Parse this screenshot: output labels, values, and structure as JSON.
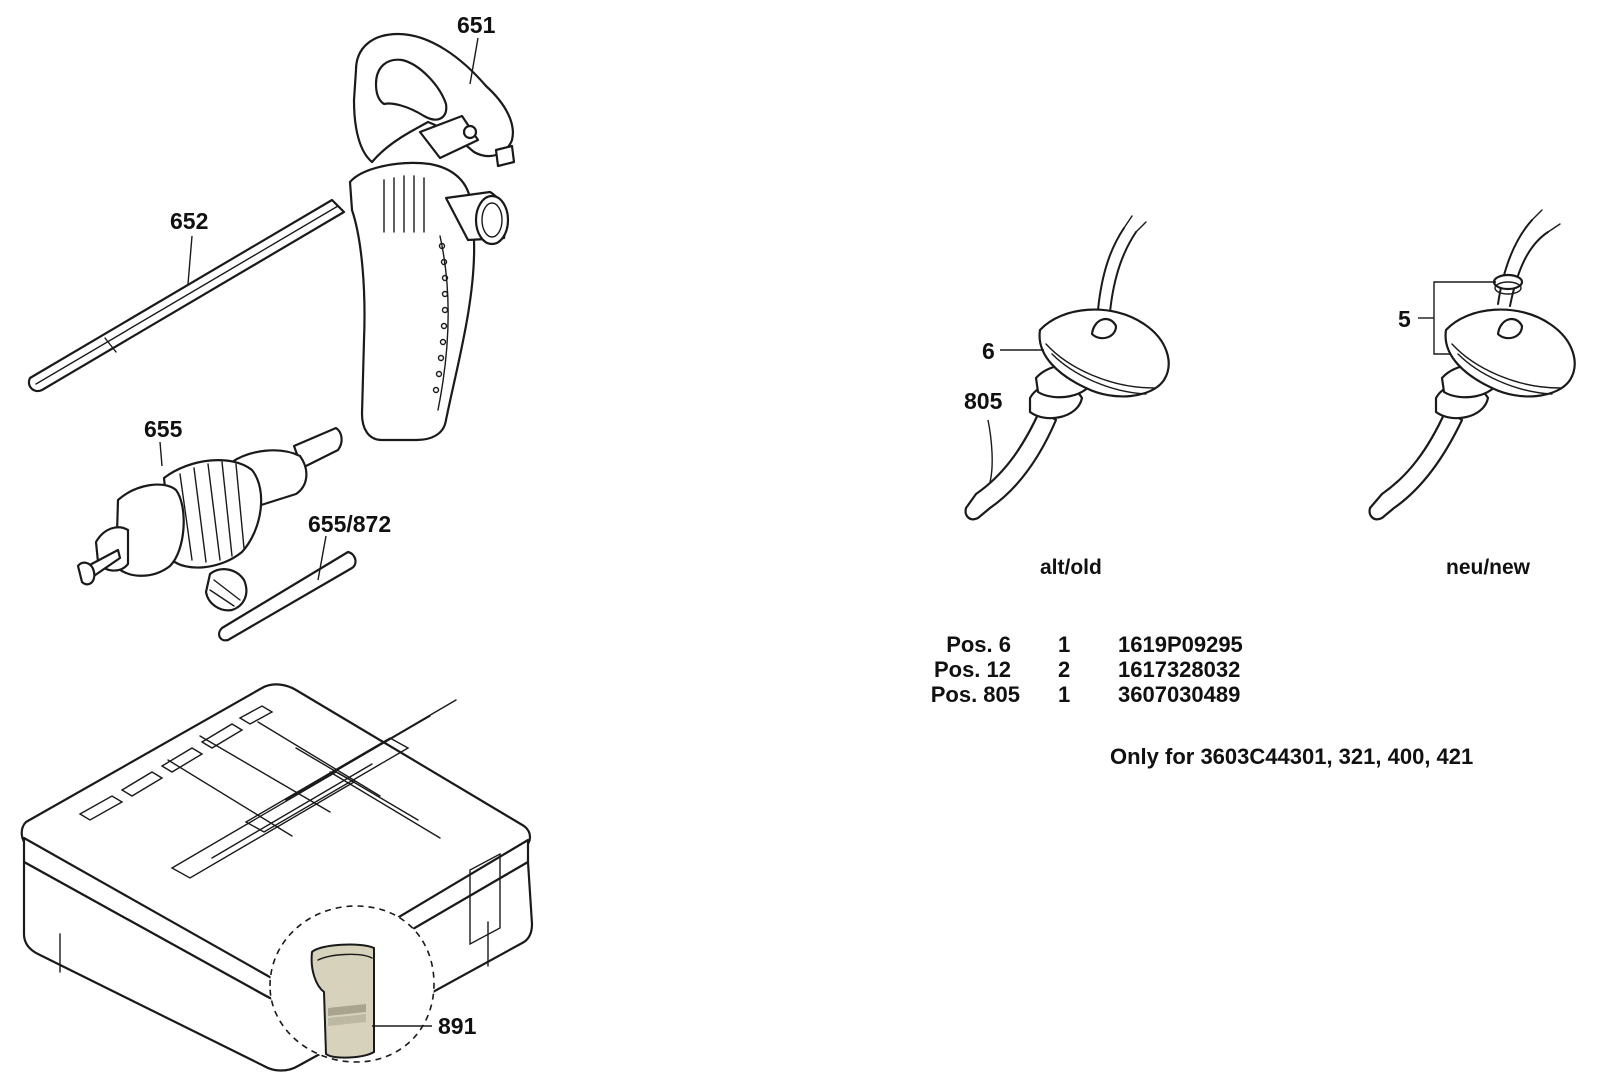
{
  "callouts": {
    "c651": "651",
    "c652": "652",
    "c655": "655",
    "c655_872": "655/872",
    "c891": "891",
    "c6": "6",
    "c805": "805",
    "c5": "5"
  },
  "captions": {
    "old": "alt/old",
    "new": "neu/new"
  },
  "parts_table": [
    {
      "pos": "Pos. 6",
      "qty": "1",
      "number": "1619P09295"
    },
    {
      "pos": "Pos. 12",
      "qty": "2",
      "number": "1617328032"
    },
    {
      "pos": "Pos. 805",
      "qty": "1",
      "number": "3607030489"
    }
  ],
  "note": "Only for 3603C44301, 321, 400, 421"
}
